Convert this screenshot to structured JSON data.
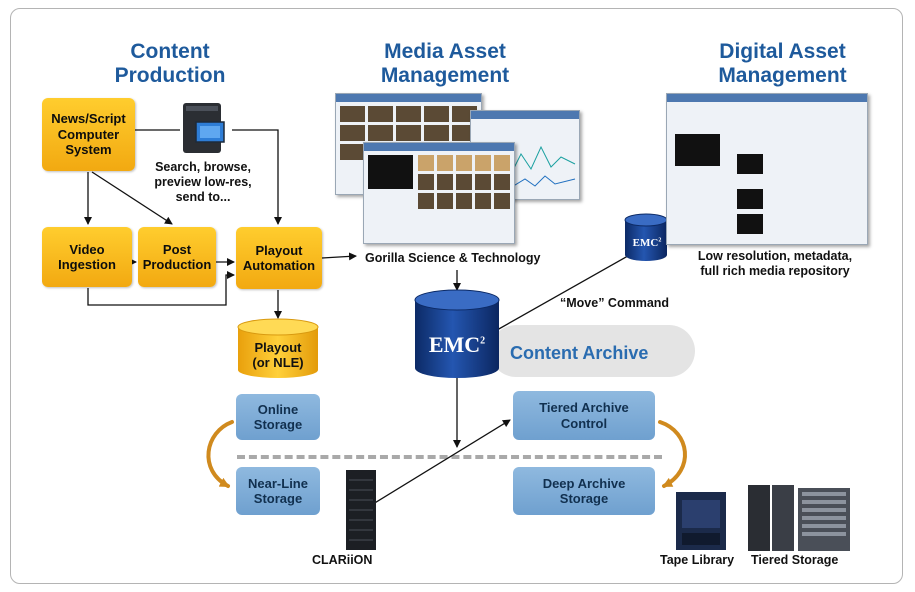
{
  "headings": {
    "content_production": [
      "Content",
      "Production"
    ],
    "media_asset_management": [
      "Media Asset",
      "Management"
    ],
    "digital_asset_management": [
      "Digital Asset",
      "Management"
    ]
  },
  "boxes": {
    "news_script": [
      "News/Script",
      "Computer",
      "System"
    ],
    "video_ingestion": [
      "Video",
      "Ingestion"
    ],
    "post_production": [
      "Post",
      "Production"
    ],
    "playout_automation": [
      "Playout",
      "Automation"
    ],
    "playout_nle": [
      "Playout",
      "(or NLE)"
    ],
    "online_storage": [
      "Online",
      "Storage"
    ],
    "nearline_storage": [
      "Near-Line",
      "Storage"
    ],
    "tiered_archive_control": [
      "Tiered Archive",
      "Control"
    ],
    "deep_archive_storage": [
      "Deep Archive",
      "Storage"
    ]
  },
  "labels": {
    "search_browse": [
      "Search, browse,",
      "preview low-res,",
      "send to..."
    ],
    "gorilla": "Gorilla Science & Technology",
    "low_resolution": [
      "Low resolution, metadata,",
      "full rich media repository"
    ],
    "move_command": "“Move” Command",
    "content_archive": "Content Archive",
    "clariion": "CLARiiON",
    "tape_library": "Tape Library",
    "tiered_storage": "Tiered Storage"
  },
  "logos": {
    "emc_main": "EMC",
    "emc_small": "EMC",
    "superscript": "2"
  },
  "colors": {
    "yellow": "#f6b41b",
    "blue": "#7eaedb",
    "heading": "#1e5a9c",
    "archive": "#2a6cb0",
    "curve": "#d08a1e",
    "db_dark": "#0e2d6e"
  }
}
